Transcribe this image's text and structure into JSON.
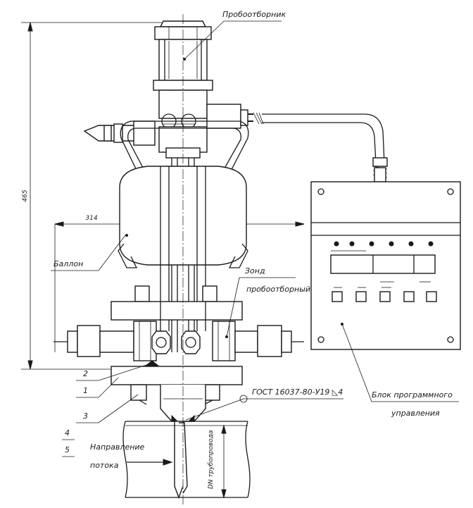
{
  "labels": {
    "sampler": "Пробоотборник",
    "balloon": "Баллон",
    "probe_line1": "Зонд",
    "probe_line2": "пробоотборный",
    "gost": "ГОСТ 16037-80-У19 ◺4",
    "control_line1": "Блок программного",
    "control_line2": "управления",
    "flow_line1": "Направление",
    "flow_line2": "потока",
    "pipe_dn": "DN трубопровода"
  },
  "dimensions": {
    "height": "465",
    "width": "314"
  },
  "callouts": [
    "2",
    "1",
    "3",
    "4",
    "5"
  ],
  "icons": [
    "flow-arrow-icon",
    "weld-symbol-icon"
  ]
}
